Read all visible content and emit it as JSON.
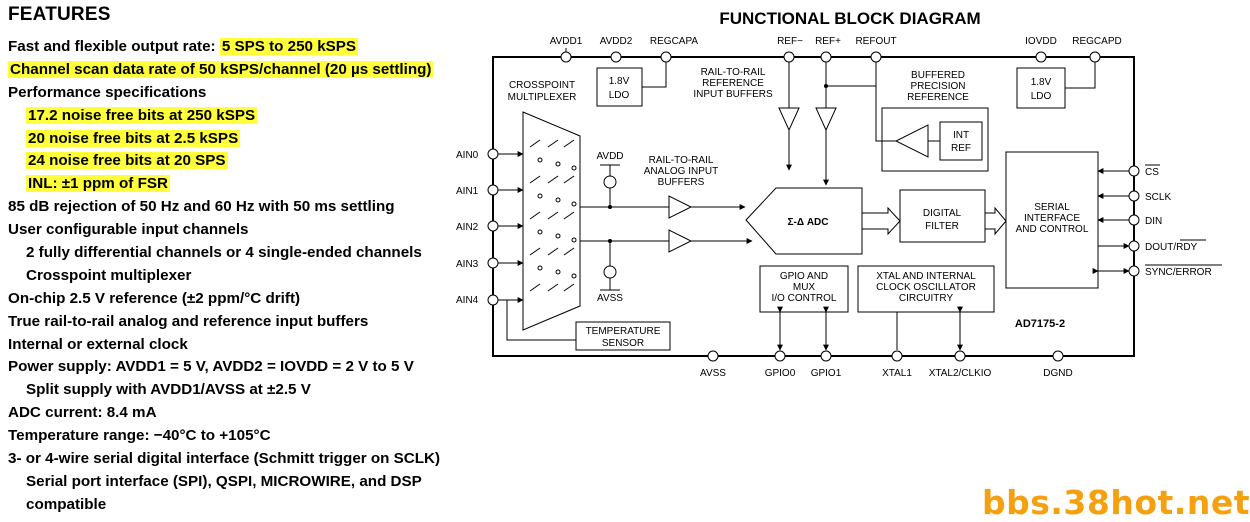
{
  "features": {
    "title": "FEATURES",
    "lines": [
      {
        "pre": "Fast and flexible output rate: ",
        "hl": "5 SPS to 250 kSPS",
        "post": "",
        "indent": false
      },
      {
        "pre": "",
        "hl": "Channel scan data rate of 50 kSPS/channel (20 µs settling)",
        "post": "",
        "indent": false
      },
      {
        "pre": "Performance specifications",
        "hl": "",
        "post": "",
        "indent": false
      },
      {
        "pre": "",
        "hl": "17.2 noise free bits at 250 kSPS",
        "post": "",
        "indent": true
      },
      {
        "pre": "",
        "hl": "20 noise free bits at 2.5 kSPS",
        "post": "",
        "indent": true
      },
      {
        "pre": "",
        "hl": "24 noise free bits at 20 SPS",
        "post": "",
        "indent": true
      },
      {
        "pre": "",
        "hl": "INL: ±1 ppm of FSR",
        "post": "",
        "indent": true
      },
      {
        "pre": "85 dB rejection of 50 Hz and 60 Hz with 50 ms settling",
        "hl": "",
        "post": "",
        "indent": false
      },
      {
        "pre": "User configurable input channels",
        "hl": "",
        "post": "",
        "indent": false
      },
      {
        "pre": "2 fully differential channels or 4 single-ended channels",
        "hl": "",
        "post": "",
        "indent": true
      },
      {
        "pre": "Crosspoint multiplexer",
        "hl": "",
        "post": "",
        "indent": true
      },
      {
        "pre": "On-chip 2.5 V reference (±2 ppm/°C drift)",
        "hl": "",
        "post": "",
        "indent": false
      },
      {
        "pre": "True rail-to-rail analog and reference input buffers",
        "hl": "",
        "post": "",
        "indent": false
      },
      {
        "pre": "Internal or external clock",
        "hl": "",
        "post": "",
        "indent": false
      },
      {
        "pre": "Power supply: AVDD1 = 5 V, AVDD2 = IOVDD = 2 V to 5 V",
        "hl": "",
        "post": "",
        "indent": false
      },
      {
        "pre": "Split supply with AVDD1/AVSS at ±2.5 V",
        "hl": "",
        "post": "",
        "indent": true
      },
      {
        "pre": "ADC current: 8.4 mA",
        "hl": "",
        "post": "",
        "indent": false
      },
      {
        "pre": "Temperature range: −40°C to +105°C",
        "hl": "",
        "post": "",
        "indent": false
      },
      {
        "pre": "3- or 4-wire serial digital interface (Schmitt trigger on SCLK)",
        "hl": "",
        "post": "",
        "indent": false
      },
      {
        "pre": "Serial port interface (SPI), QSPI, MICROWIRE, and DSP",
        "hl": "",
        "post": "",
        "indent": true
      },
      {
        "pre": "compatible",
        "hl": "",
        "post": "",
        "indent": true
      }
    ]
  },
  "diagram": {
    "title": "FUNCTIONAL BLOCK DIAGRAM",
    "top_pins": [
      "AVDD1",
      "AVDD2",
      "REGCAPA",
      "REF−",
      "REF+",
      "REFOUT",
      "IOVDD",
      "REGCAPD"
    ],
    "left_pins": [
      "AIN0",
      "AIN1",
      "AIN2",
      "AIN3",
      "AIN4"
    ],
    "right_pins": [
      "CS",
      "SCLK",
      "DIN",
      "DOUT/RDY",
      "SYNC/ERROR"
    ],
    "bottom_pins": [
      "AVSS",
      "GPIO0",
      "GPIO1",
      "XTAL1",
      "XTAL2/CLKIO",
      "DGND"
    ],
    "blocks": {
      "ldo_a": [
        "1.8V",
        "LDO"
      ],
      "ldo_d": [
        "1.8V",
        "LDO"
      ],
      "crosspoint": [
        "CROSSPOINT",
        "MULTIPLEXER"
      ],
      "ref_buffers": [
        "RAIL-TO-RAIL",
        "REFERENCE",
        "INPUT BUFFERS"
      ],
      "buffered_ref": [
        "BUFFERED",
        "PRECISION",
        "REFERENCE"
      ],
      "int_ref": [
        "INT",
        "REF"
      ],
      "analog_buffers": [
        "RAIL-TO-RAIL",
        "ANALOG INPUT",
        "BUFFERS"
      ],
      "adc": "Σ-Δ ADC",
      "digital_filter": [
        "DIGITAL",
        "FILTER"
      ],
      "serial": [
        "SERIAL",
        "INTERFACE",
        "AND CONTROL"
      ],
      "gpio": [
        "GPIO AND",
        "MUX",
        "I/O CONTROL"
      ],
      "clock": [
        "XTAL AND INTERNAL",
        "CLOCK OSCILLATOR",
        "CIRCUITRY"
      ],
      "temp": [
        "TEMPERATURE",
        "SENSOR"
      ],
      "avdd_label": "AVDD",
      "avss_label": "AVSS",
      "part": "AD7175-2"
    }
  },
  "watermark": "bbs.38hot.net"
}
